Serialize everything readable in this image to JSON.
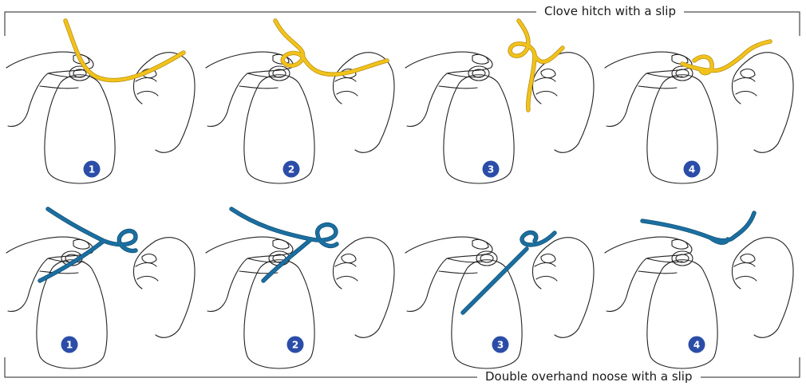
{
  "colors": {
    "ink": "#222222",
    "clove_cord": "#f1c21b",
    "clove_cord_dark": "#b48a0e",
    "noose_cord": "#1b6fa0",
    "noose_cord_dark": "#0f4e74",
    "badge": "#2b4da8",
    "badge_text": "#ffffff"
  },
  "sections": {
    "top": {
      "title": "Clove hitch with a slip",
      "cord_color_name": "yellow",
      "steps": [
        "1",
        "2",
        "3",
        "4"
      ]
    },
    "bottom": {
      "title": "Double overhand noose with a slip",
      "cord_color_name": "blue",
      "steps": [
        "1",
        "2",
        "3",
        "4"
      ]
    }
  },
  "icons": {
    "panel_top": "hands-tying-clove-hitch-illustration",
    "panel_bottom": "hands-tying-double-overhand-noose-illustration",
    "badge": "step-number-badge"
  }
}
